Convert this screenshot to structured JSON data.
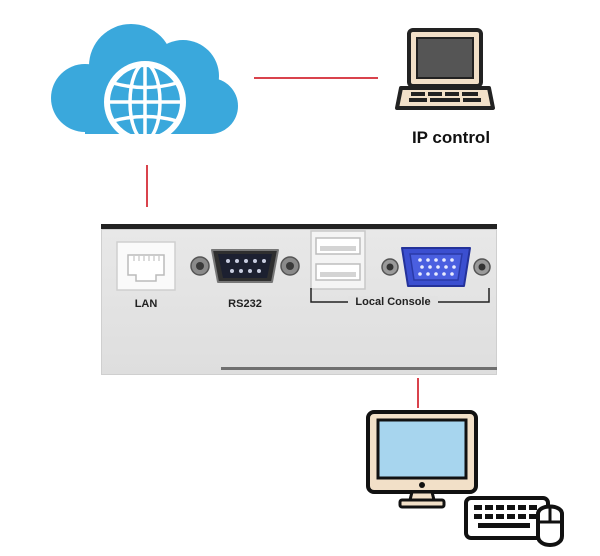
{
  "diagram": {
    "cloud": {
      "icon": "cloud-globe-icon",
      "color": "#3aa8dc"
    },
    "ip_control": {
      "icon": "laptop-icon",
      "label": "IP control"
    },
    "panel": {
      "ports": [
        {
          "icon": "ethernet-port-icon",
          "label": "LAN"
        },
        {
          "icon": "serial-port-icon",
          "label": "RS232"
        }
      ],
      "local_console": {
        "label": "Local Console",
        "usb_icon": "usb-ports-icon",
        "vga_icon": "vga-port-icon"
      }
    },
    "monitor": {
      "icon": "monitor-icon"
    },
    "keyboard_mouse": {
      "icon": "keyboard-mouse-icon"
    },
    "connector_color": "#d9434c"
  }
}
